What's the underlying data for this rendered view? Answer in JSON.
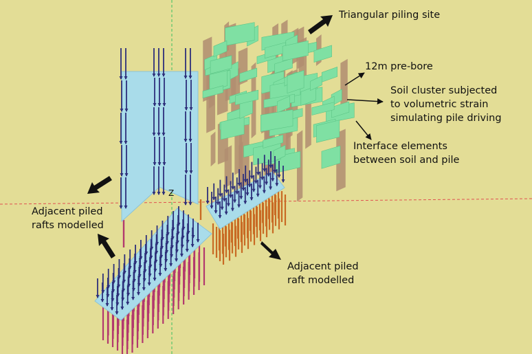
{
  "axis": {
    "z_label": "Z"
  },
  "labels": {
    "triangular_site": "Triangular piling site",
    "prebore": "12m pre-bore",
    "soil_cluster": "Soil cluster subjected\nto volumetric strain\nsimulating pile driving",
    "interface": "Interface elements\nbetween soil and pile",
    "adjacent_rafts": "Adjacent piled\nrafts modelled",
    "adjacent_raft": "Adjacent piled\nraft modelled"
  },
  "colors": {
    "background": "#e3dd96",
    "raft": "#a9dcea",
    "arrow_blue": "#2d2f7a",
    "pile_magenta": "#b2386e",
    "pile_orange": "#c86a24",
    "soil_green": "#7fe0a3",
    "interface_brown": "#b08d71",
    "axis_red": "#e05050",
    "axis_green": "#38c060"
  }
}
